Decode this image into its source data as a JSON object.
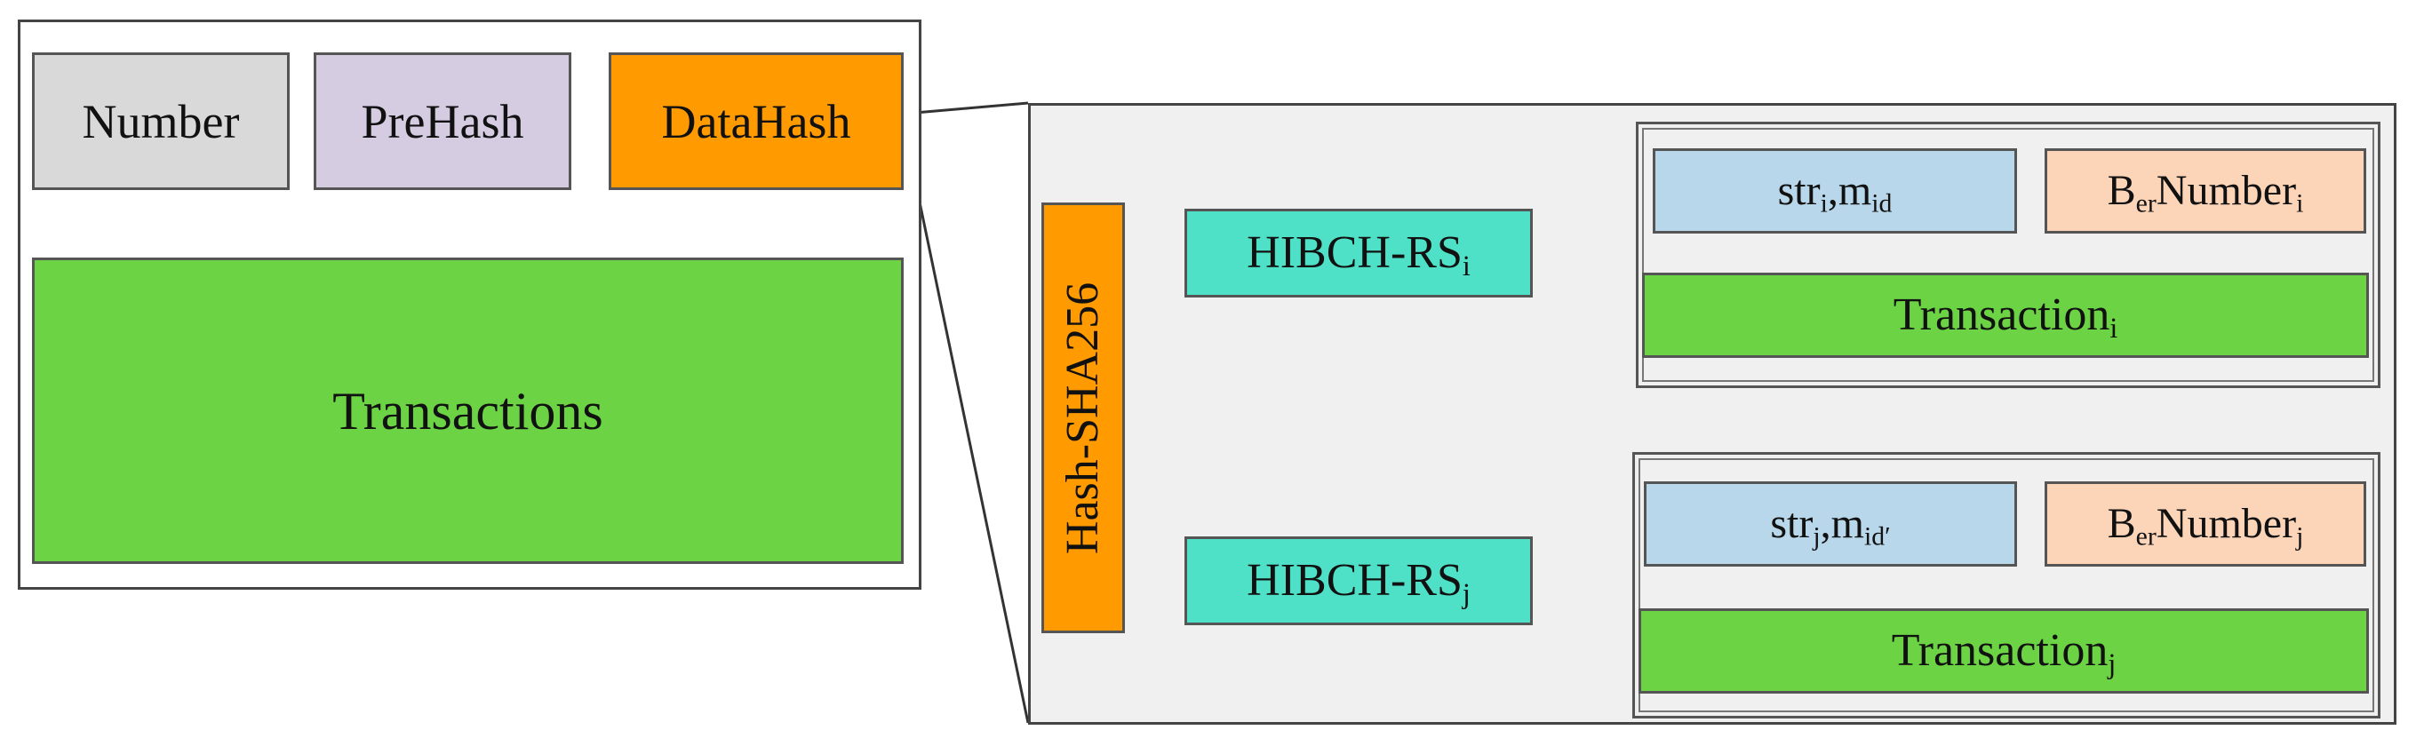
{
  "colors": {
    "number": "#d9d9d9",
    "prehash": "#d5cce2",
    "datahash": "#ff9a00",
    "transactions": "#6cd444",
    "hash": "#ff9a00",
    "hibch": "#4fe1c8",
    "str": "#b9d7ea",
    "bernumber": "#fcd5b9",
    "line": "#333333"
  },
  "block": {
    "number": "Number",
    "prehash": "PreHash",
    "datahash": "DataHash",
    "transactions": "Transactions"
  },
  "detail": {
    "hash": "Hash-SHA256",
    "hibch_label": "HIBCH-RS",
    "hibch_i_sub": "i",
    "hibch_j_sub": "j",
    "group_i": {
      "str": "str",
      "str_sub": "i",
      "comma": ",m",
      "m_sub": "id",
      "ber_b": "B",
      "ber_sub1": "er",
      "ber_number": "Number",
      "ber_sub2": "i",
      "transaction": "Transaction",
      "transaction_sub": "i"
    },
    "group_j": {
      "str": "str",
      "str_sub": "j",
      "comma": ",m",
      "m_sub": "id′",
      "ber_b": "B",
      "ber_sub1": "er",
      "ber_number": "Number",
      "ber_sub2": "j",
      "transaction": "Transaction",
      "transaction_sub": "j"
    }
  }
}
